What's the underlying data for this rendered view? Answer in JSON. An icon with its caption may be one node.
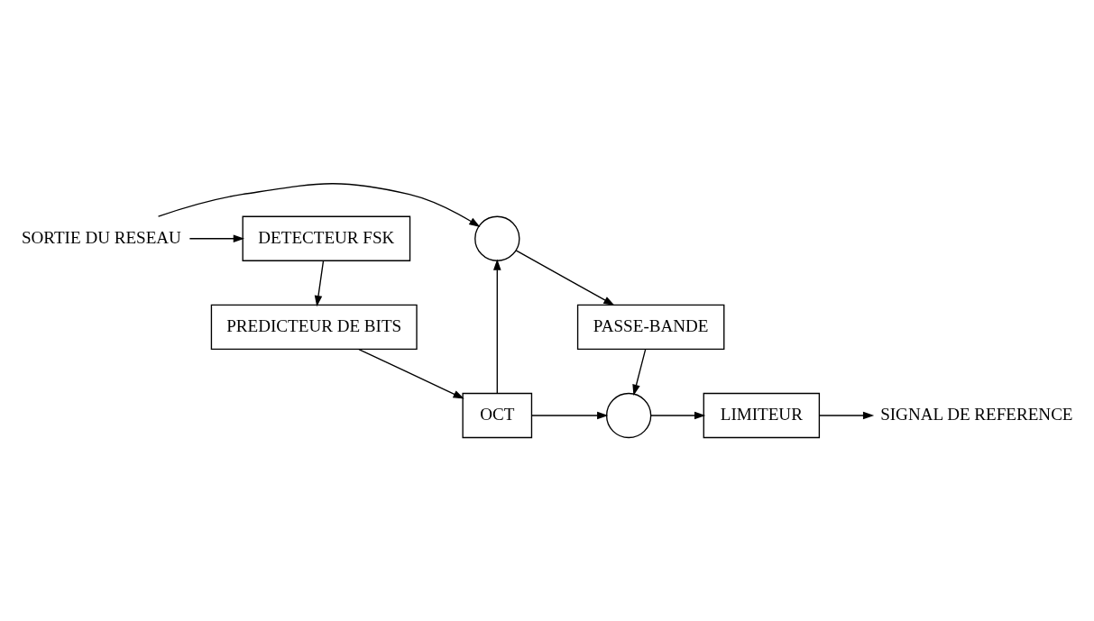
{
  "diagram": {
    "nodes": [
      {
        "text": [
          "SORTIE DU RESEAU"
        ]
      },
      {
        "text": [],
        "shape": "circle"
      },
      {
        "text": [
          "DETECTEUR FSK"
        ]
      },
      {
        "text": [
          "PREDICTEUR DE BITS"
        ]
      },
      {
        "text": [
          "OCT"
        ]
      },
      {
        "text": [
          "PASSE-BANDE"
        ]
      },
      {
        "text": [],
        "shape": "circle"
      },
      {
        "text": [
          "LIMITEUR"
        ]
      },
      {
        "text": [
          "SIGNAL DE REFERENCE"
        ]
      }
    ],
    "edges": [
      {
        "from": 0,
        "to": 1,
        "arrow": "to"
      },
      {
        "from": 0,
        "to": 2,
        "arrow": "to"
      },
      {
        "from": 2,
        "to": 3,
        "arrow": "to"
      },
      {
        "from": 3,
        "to": 4,
        "arrow": "to"
      },
      {
        "from": 4,
        "to": 6,
        "arrow": "to"
      },
      {
        "from": 4,
        "to": 1,
        "arrow": "to"
      },
      {
        "from": 1,
        "to": 5,
        "arrow": "to"
      },
      {
        "from": 5,
        "to": 6,
        "arrow": "to"
      },
      {
        "from": 6,
        "to": 7,
        "arrow": "to"
      },
      {
        "from": 7,
        "to": 8,
        "arrow": "to"
      }
    ]
  }
}
